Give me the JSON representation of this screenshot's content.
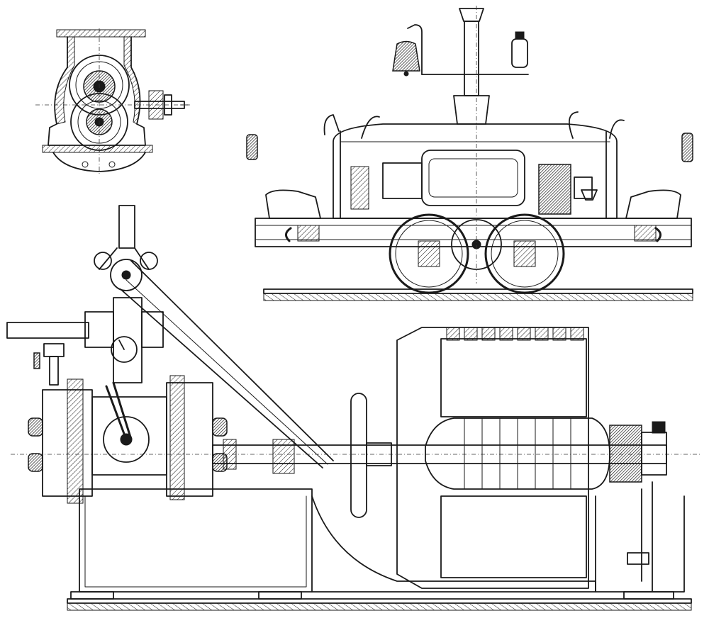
{
  "figure": {
    "views": [
      {
        "id": "pump-section",
        "kind": "cross-section"
      },
      {
        "id": "locomotive",
        "kind": "side elevation"
      },
      {
        "id": "engine-dynamo",
        "kind": "side elevation"
      }
    ],
    "colors": {
      "ink": "#1a1a1a",
      "paper": "#ffffff"
    },
    "text_labels": []
  }
}
